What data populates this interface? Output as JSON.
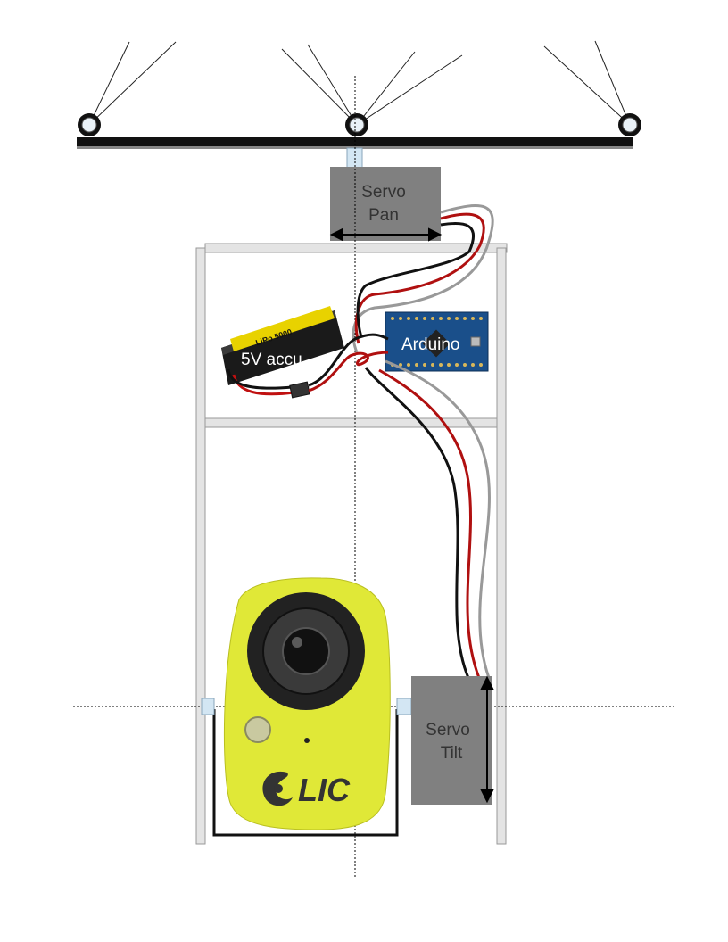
{
  "labels": {
    "servo_pan": [
      "Servo",
      "Pan"
    ],
    "servo_tilt": [
      "Servo",
      "Tilt"
    ],
    "arduino": "Arduino",
    "battery": "5V accu",
    "camera_brand": "LIC",
    "battery_brand": "LiPo 5000"
  },
  "colors": {
    "servo_fill": "#808080",
    "frame_fill": "#e4e4e4",
    "frame_stroke": "#999999",
    "axle_fill": "#d3e6f3",
    "camera_body": "#e0e837",
    "camera_lens": "#222222",
    "arduino_board": "#1a4f8a",
    "battery_body": "#1a1a1a",
    "battery_label": "#e8d200",
    "wire_black": "#111111",
    "wire_red": "#b01010",
    "wire_grey": "#999999",
    "rail": "#111111"
  }
}
